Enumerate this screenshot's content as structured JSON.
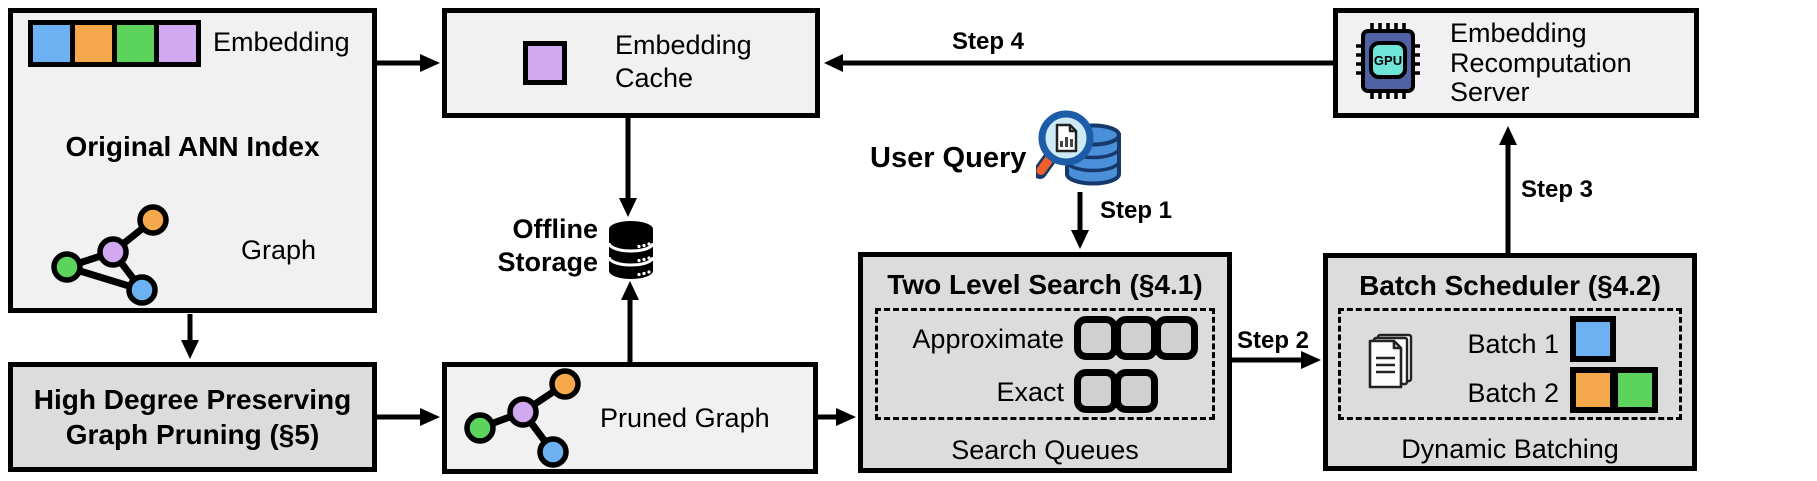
{
  "diagram": {
    "original_index": {
      "embedding_label": "Embedding",
      "title": "Original ANN Index",
      "graph_label": "Graph",
      "embedding_colors": [
        "#6cb2f2",
        "#f6a94c",
        "#5cd45c",
        "#d2a9f0"
      ]
    },
    "embedding_cache": {
      "label": "Embedding Cache"
    },
    "offline_storage": {
      "label": "Offline Storage"
    },
    "user_query": {
      "label": "User Query"
    },
    "steps": {
      "s1": "Step 1",
      "s2": "Step 2",
      "s3": "Step 3",
      "s4": "Step 4"
    },
    "two_level_search": {
      "title": "Two Level Search (§4.1)",
      "rows": [
        {
          "label": "Approximate",
          "slots": 3
        },
        {
          "label": "Exact",
          "slots": 2
        }
      ],
      "caption": "Search Queues"
    },
    "batch_scheduler": {
      "title": "Batch Scheduler (§4.2)",
      "batches": [
        {
          "label": "Batch 1",
          "colors": [
            "#6cb2f2"
          ]
        },
        {
          "label": "Batch 2",
          "colors": [
            "#f6a94c",
            "#5cd45c"
          ]
        }
      ],
      "caption": "Dynamic Batching"
    },
    "recompute_server": {
      "label": "Embedding Recomputation Server",
      "chip_text": "GPU"
    },
    "graph_pruning": {
      "title": "High Degree Preserving Graph Pruning (§5)"
    },
    "pruned_graph": {
      "label": "Pruned Graph"
    },
    "icons": [
      "embedding-vector-icon",
      "graph-icon",
      "cached-embedding-icon",
      "database-icon",
      "query-search-icon",
      "queue-slot",
      "documents-icon",
      "gpu-chip-icon",
      "pruned-graph-icon"
    ],
    "colors": {
      "node_blue": "#6cb2f2",
      "node_orange": "#f6a94c",
      "node_green": "#5cd45c",
      "node_purple": "#d2a9f0",
      "light_box_fill": "#f1f1f1",
      "dark_box_fill": "#dcdcdc",
      "queue_slot_fill": "#d0d0d0",
      "query_db_blue": "#4a90d8",
      "magnifier_lens": "#cfeaf7",
      "magnifier_rim": "#1c5ca8",
      "magnifier_handle": "#f15f2c",
      "gpu_body": "#4f63a4",
      "gpu_core": "#70e6d9"
    }
  }
}
